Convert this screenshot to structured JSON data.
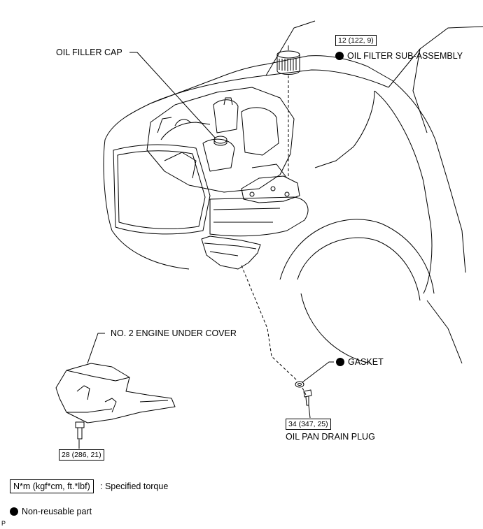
{
  "labels": {
    "oil_filler_cap": "OIL FILLER CAP",
    "oil_filter": "OIL FILTER SUB-ASSEMBLY",
    "under_cover": "NO. 2 ENGINE UNDER COVER",
    "gasket": "GASKET",
    "drain_plug": "OIL PAN DRAIN PLUG"
  },
  "torques": {
    "oil_filter": "12 (122, 9)",
    "drain_plug": "34 (347, 25)",
    "under_cover_bolt": "28 (286, 21)"
  },
  "legend": {
    "torque_unit": "N*m (kgf*cm, ft.*lbf)",
    "torque_desc": ": Specified torque",
    "non_reusable": "Non-reusable part"
  },
  "corner_mark": "P",
  "colors": {
    "ink": "#000000",
    "background": "#ffffff"
  }
}
